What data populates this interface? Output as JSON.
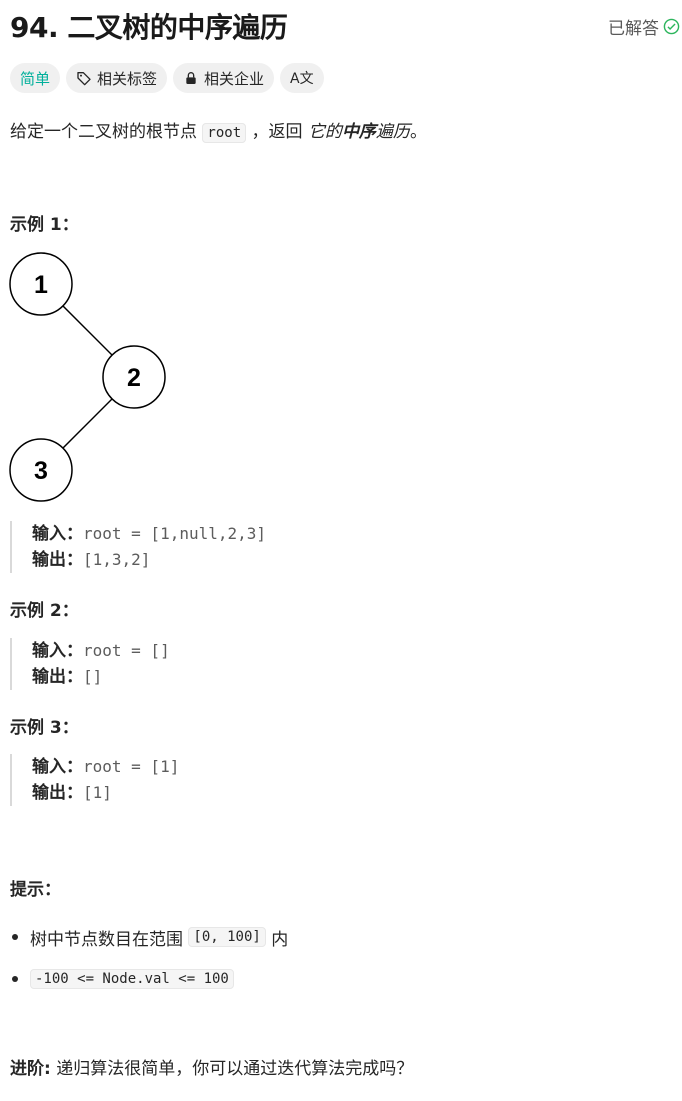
{
  "problem": {
    "title": "94. 二叉树的中序遍历",
    "status": "已解答"
  },
  "tags": {
    "difficulty": "简单",
    "related_tags": "相关标签",
    "related_companies": "相关企业",
    "translate_icon_text": "A文"
  },
  "description": {
    "part1": "给定一个二叉树的根节点",
    "code": "root",
    "part2": "，返回",
    "italic1": "它的",
    "bold": "中序",
    "italic2": "遍历",
    "end": "。"
  },
  "examples": [
    {
      "heading": "示例 1：",
      "input_label": "输入：",
      "input": "root = [1,null,2,3]",
      "output_label": "输出：",
      "output": "[1,3,2]",
      "tree_nodes": [
        "1",
        "2",
        "3"
      ]
    },
    {
      "heading": "示例 2：",
      "input_label": "输入：",
      "input": "root = []",
      "output_label": "输出：",
      "output": "[]"
    },
    {
      "heading": "示例 3：",
      "input_label": "输入：",
      "input": "root = [1]",
      "output_label": "输出：",
      "output": "[1]"
    }
  ],
  "hints": {
    "heading": "提示：",
    "items": [
      {
        "text_before": "树中节点数目在范围",
        "code": "[0, 100]",
        "text_after": "内"
      },
      {
        "text_before": "",
        "code": "-100 <= Node.val <= 100",
        "text_after": ""
      }
    ]
  },
  "followup": {
    "label": "进阶:",
    "text": "递归算法很简单，你可以通过迭代算法完成吗？"
  },
  "colors": {
    "difficulty_easy": "#00af9b",
    "solved_check": "#2db55d"
  }
}
